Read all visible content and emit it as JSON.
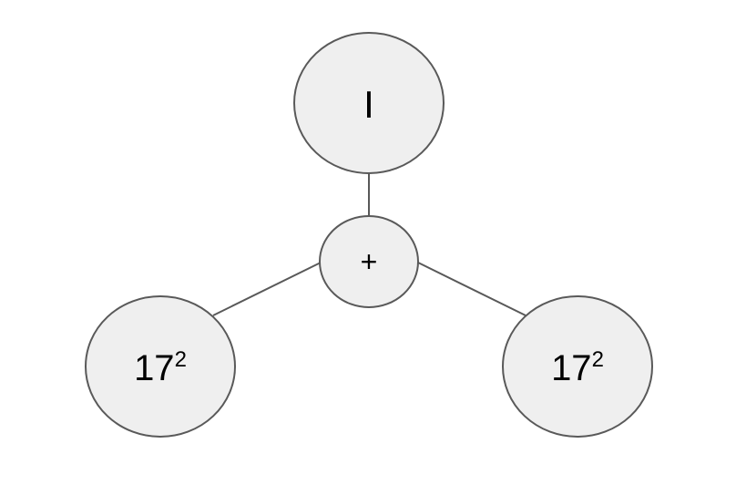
{
  "diagram": {
    "nodes": {
      "top": {
        "label": "I"
      },
      "center": {
        "label": "+"
      },
      "left": {
        "base": "17",
        "exponent": "2"
      },
      "right": {
        "base": "17",
        "exponent": "2"
      }
    },
    "colors": {
      "node_fill": "#efefef",
      "stroke": "#595959",
      "text": "#000000"
    }
  }
}
